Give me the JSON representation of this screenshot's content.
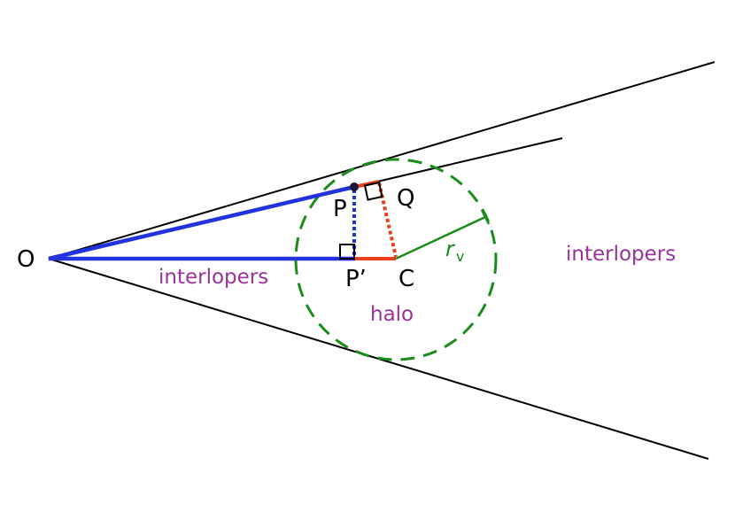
{
  "labels": {
    "origin": "O",
    "point_p": "P",
    "point_p_prime": "P’",
    "point_q": "Q",
    "point_c": "C",
    "radius_symbol": "r",
    "radius_subscript": "v",
    "interlopers_left": "interlopers",
    "interlopers_right": "interlopers",
    "halo": "halo"
  },
  "colors": {
    "cone_line": "#000000",
    "blue_line": "#2233dd",
    "red_line": "#e8401c",
    "green": "#1a8c1a",
    "purple": "#993399"
  }
}
